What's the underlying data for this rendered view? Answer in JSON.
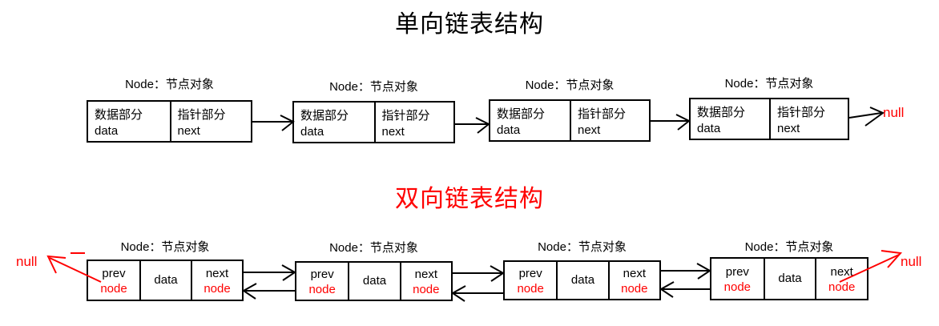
{
  "titles": {
    "singly": "单向链表结构",
    "doubly": "双向链表结构"
  },
  "colors": {
    "stroke": "#000000",
    "accent_red": "#ff0000",
    "background": "#ffffff"
  },
  "singly_list": {
    "node_caption": "Node：节点对象",
    "nodes": [
      {
        "caption": "Node：节点对象",
        "data_cell": {
          "line1": "数据部分",
          "line2": "data"
        },
        "next_cell": {
          "line1": "指针部分",
          "line2": "next"
        }
      },
      {
        "caption": "Node：节点对象",
        "data_cell": {
          "line1": "数据部分",
          "line2": "data"
        },
        "next_cell": {
          "line1": "指针部分",
          "line2": "next"
        }
      },
      {
        "caption": "Node：节点对象",
        "data_cell": {
          "line1": "数据部分",
          "line2": "data"
        },
        "next_cell": {
          "line1": "指针部分",
          "line2": "next"
        }
      },
      {
        "caption": "Node：节点对象",
        "data_cell": {
          "line1": "数据部分",
          "line2": "data"
        },
        "next_cell": {
          "line1": "指针部分",
          "line2": "next"
        }
      }
    ],
    "tail_null": "null"
  },
  "doubly_list": {
    "head_null": "null",
    "tail_null": "null",
    "nodes": [
      {
        "caption": "Node：节点对象",
        "prev_cell": {
          "line1": "prev",
          "line2": "node"
        },
        "data_cell": {
          "line1": "data",
          "line2": ""
        },
        "next_cell": {
          "line1": "next",
          "line2": "node"
        }
      },
      {
        "caption": "Node：节点对象",
        "prev_cell": {
          "line1": "prev",
          "line2": "node"
        },
        "data_cell": {
          "line1": "data",
          "line2": ""
        },
        "next_cell": {
          "line1": "next",
          "line2": "node"
        }
      },
      {
        "caption": "Node：节点对象",
        "prev_cell": {
          "line1": "prev",
          "line2": "node"
        },
        "data_cell": {
          "line1": "data",
          "line2": ""
        },
        "next_cell": {
          "line1": "next",
          "line2": "node"
        }
      },
      {
        "caption": "Node：节点对象",
        "prev_cell": {
          "line1": "prev",
          "line2": "node"
        },
        "data_cell": {
          "line1": "data",
          "line2": ""
        },
        "next_cell": {
          "line1": "next",
          "line2": "node"
        }
      }
    ]
  }
}
